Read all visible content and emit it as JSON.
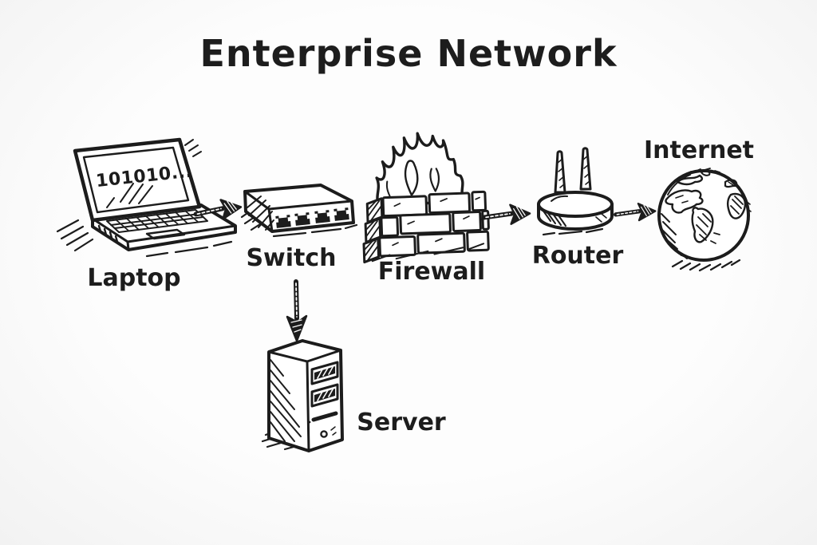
{
  "title": "Enterprise Network",
  "colors": {
    "ink": "#1c1c1c",
    "background": "#fbfbfb"
  },
  "nodes": {
    "laptop": {
      "label": "Laptop",
      "icon": "laptop-icon",
      "screen_text": "101010..."
    },
    "switch": {
      "label": "Switch",
      "icon": "network-switch-icon"
    },
    "firewall": {
      "label": "Firewall",
      "icon": "firewall-icon"
    },
    "router": {
      "label": "Router",
      "icon": "router-icon"
    },
    "internet": {
      "label": "Internet",
      "icon": "globe-icon"
    },
    "server": {
      "label": "Server",
      "icon": "server-icon"
    }
  },
  "edges": [
    {
      "from": "Laptop",
      "to": "Switch",
      "direction": "right"
    },
    {
      "from": "Firewall",
      "to": "Router",
      "direction": "right"
    },
    {
      "from": "Router",
      "to": "Internet",
      "direction": "right"
    },
    {
      "from": "Switch",
      "to": "Server",
      "direction": "down"
    }
  ]
}
